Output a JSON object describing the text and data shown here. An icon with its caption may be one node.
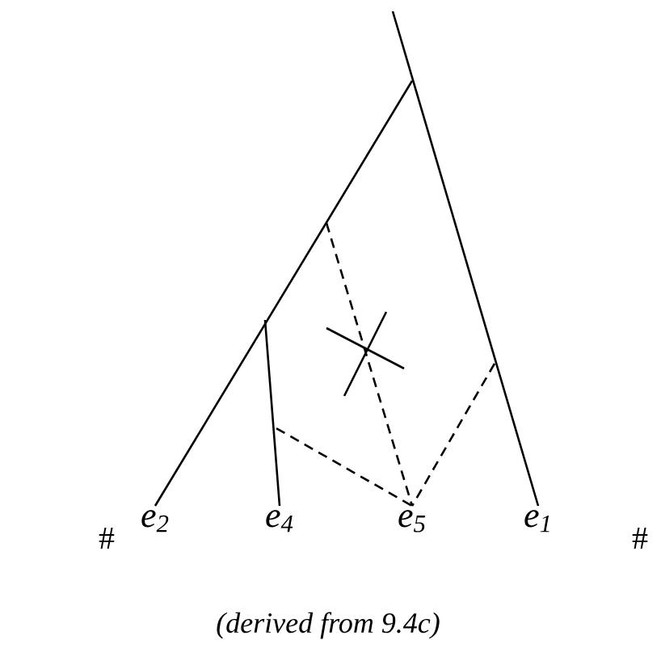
{
  "diagram": {
    "caption": "(derived from 9.4c)",
    "nodes": [
      {
        "text": [
          "e$_{2}$"
        ]
      },
      {
        "text": [
          "e$_{4}$"
        ]
      },
      {
        "text": [
          "e$_{5}$"
        ]
      },
      {
        "text": [
          "e$_{1}$"
        ]
      }
    ],
    "edges": [
      {
        "from": null,
        "to": 0,
        "arrow": "none"
      },
      {
        "from": null,
        "to": 1,
        "arrow": "none"
      },
      {
        "from": null,
        "to": 2,
        "arrow": "none",
        "style": "dashed"
      },
      {
        "from": null,
        "to": 2,
        "arrow": "none",
        "style": "dashed"
      },
      {
        "from": null,
        "to": 2,
        "arrow": "none",
        "style": "dashed"
      },
      {
        "from": null,
        "to": 3,
        "arrow": "none"
      }
    ],
    "labels": [
      "#",
      "#"
    ]
  }
}
